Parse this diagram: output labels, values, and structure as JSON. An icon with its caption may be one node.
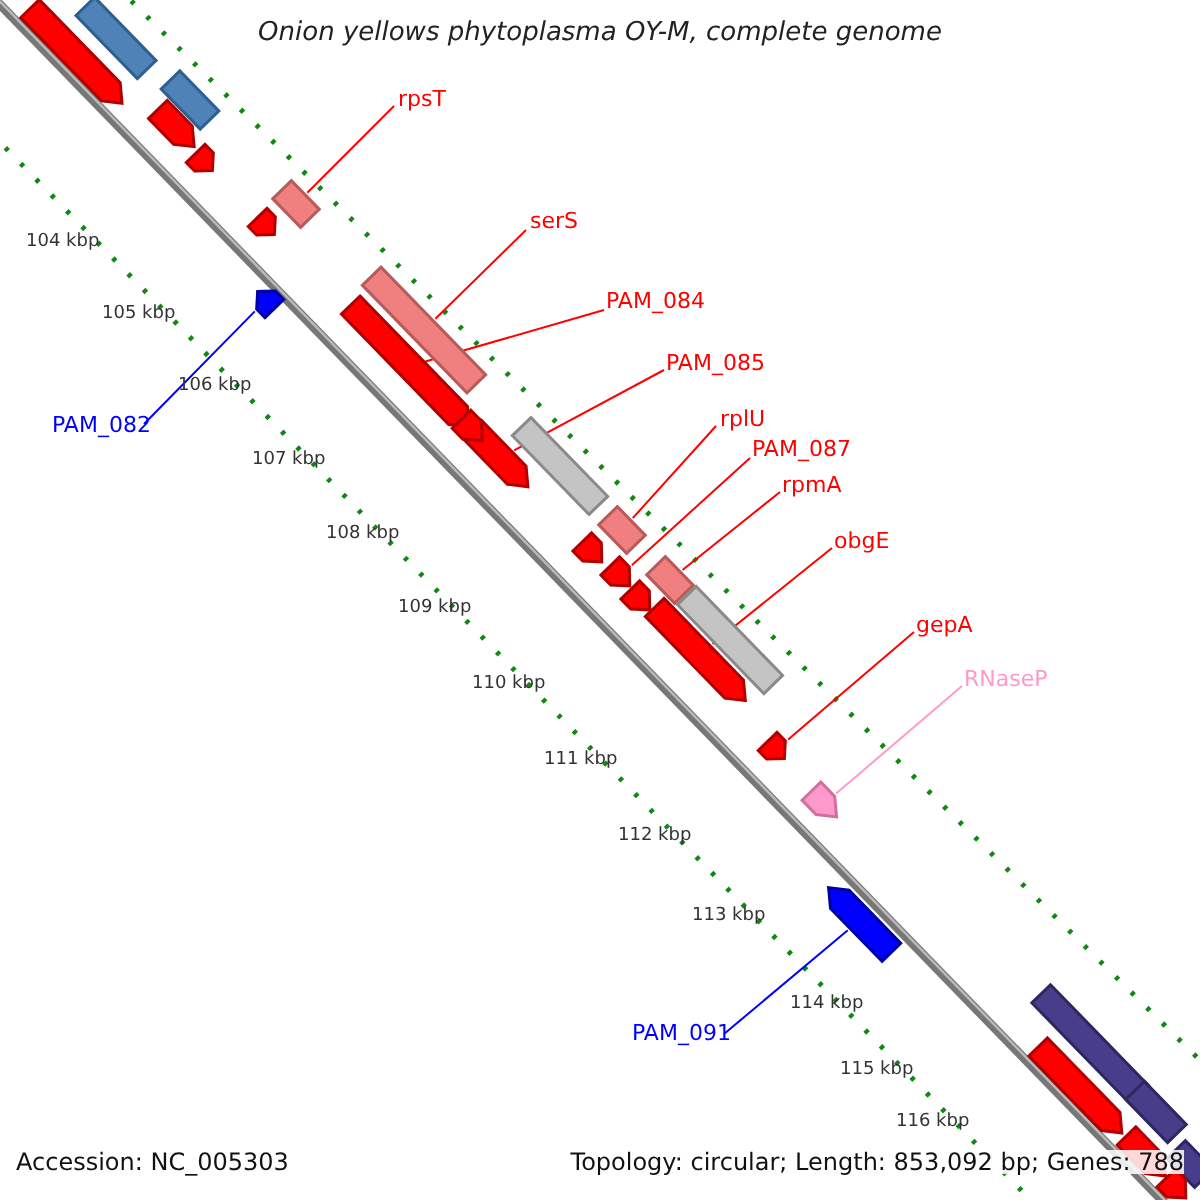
{
  "diagram": {
    "title": "Onion yellows phytoplasma OY-M, complete genome",
    "nodes": [
      {
        "text": [
          "rpsT"
        ]
      },
      {
        "text": [],
        "shape": "box"
      },
      {
        "text": [
          "serS"
        ]
      },
      {
        "text": [],
        "shape": "box"
      },
      {
        "text": [
          "PAM_084"
        ]
      },
      {
        "text": [],
        "shape": "arrow"
      },
      {
        "text": [
          "PAM_085"
        ]
      },
      {
        "text": [],
        "shape": "arrow"
      },
      {
        "text": [
          "PAM_082"
        ]
      },
      {
        "text": [],
        "shape": "arrow"
      },
      {
        "text": [
          "rplU"
        ]
      },
      {
        "text": [],
        "shape": "box"
      },
      {
        "text": [
          "PAM_087"
        ]
      },
      {
        "text": [],
        "shape": "arrow"
      },
      {
        "text": [
          "rpmA"
        ]
      },
      {
        "text": [],
        "shape": "box"
      },
      {
        "text": [
          "obgE"
        ]
      },
      {
        "text": [],
        "shape": "arrow"
      },
      {
        "text": [
          "gepA"
        ]
      },
      {
        "text": [],
        "shape": "arrow"
      },
      {
        "text": [
          "RNaseP"
        ]
      },
      {
        "text": [],
        "shape": "arrow"
      },
      {
        "text": [
          "PAM_091"
        ]
      },
      {
        "text": [],
        "shape": "arrow"
      },
      {
        "text": [],
        "shape": "box"
      },
      {
        "text": [],
        "shape": "arrow"
      },
      {
        "text": [],
        "shape": "box"
      },
      {
        "text": [],
        "shape": "arrow"
      },
      {
        "text": [],
        "shape": "arrow"
      },
      {
        "text": [],
        "shape": "arrow"
      },
      {
        "text": [],
        "shape": "arrow"
      },
      {
        "text": [],
        "shape": "box"
      },
      {
        "text": [],
        "shape": "arrow"
      },
      {
        "text": [],
        "shape": "arrow"
      },
      {
        "text": [],
        "shape": "box"
      },
      {
        "text": [],
        "shape": "box"
      },
      {
        "text": [],
        "shape": "arrow"
      },
      {
        "text": [],
        "shape": "box"
      },
      {
        "text": [],
        "shape": "arrow"
      },
      {
        "text": [],
        "shape": "box"
      },
      {
        "text": [],
        "shape": "arrow"
      }
    ],
    "edges": [
      {
        "from": 0,
        "to": 1,
        "arrow": "none"
      },
      {
        "from": 2,
        "to": 3,
        "arrow": "none"
      },
      {
        "from": 4,
        "to": 5,
        "arrow": "none"
      },
      {
        "from": 6,
        "to": 7,
        "arrow": "none"
      },
      {
        "from": 8,
        "to": 9,
        "arrow": "none",
        "color": "#0000ff"
      },
      {
        "from": 10,
        "to": 11,
        "arrow": "none"
      },
      {
        "from": 12,
        "to": 13,
        "arrow": "none"
      },
      {
        "from": 14,
        "to": 15,
        "arrow": "none"
      },
      {
        "from": 16,
        "to": 17,
        "arrow": "none"
      },
      {
        "from": 18,
        "to": 19,
        "arrow": "none"
      },
      {
        "from": 20,
        "to": 21,
        "arrow": "none",
        "color": "#ff99cc"
      },
      {
        "from": 22,
        "to": 23,
        "arrow": "none",
        "color": "#0000ff"
      }
    ],
    "labels": [
      "104 kbp",
      "105 kbp",
      "106 kbp",
      "107 kbp",
      "108 kbp",
      "109 kbp",
      "110 kbp",
      "111 kbp",
      "112 kbp",
      "113 kbp",
      "114 kbp",
      "115 kbp",
      "116 kbp",
      "Accession: NC_005303",
      "Topology: circular; Length: 853,092 bp; Genes: 788"
    ]
  }
}
